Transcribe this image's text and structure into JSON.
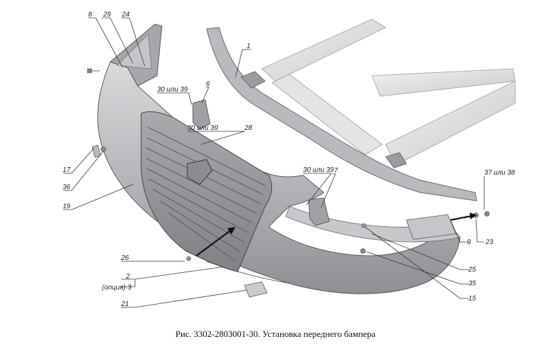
{
  "caption": "Рис. 3302-2803001-30. Установка переднего бампера",
  "callouts": {
    "c1": "1",
    "c6": "6",
    "c7": "7",
    "c8": "8",
    "c29": "29",
    "c24": "24",
    "c30a": "30 или 39",
    "c30b": "30 или 39",
    "c30c": "30 или 39",
    "c28": "28",
    "c17": "17",
    "c36": "36",
    "c19": "19",
    "c26": "26",
    "c2": "2",
    "c3": "(опция) 3",
    "c21": "21",
    "c37": "37 или 38",
    "c9": "9",
    "c23": "23",
    "c25": "25",
    "c35": "35",
    "c15": "15"
  }
}
